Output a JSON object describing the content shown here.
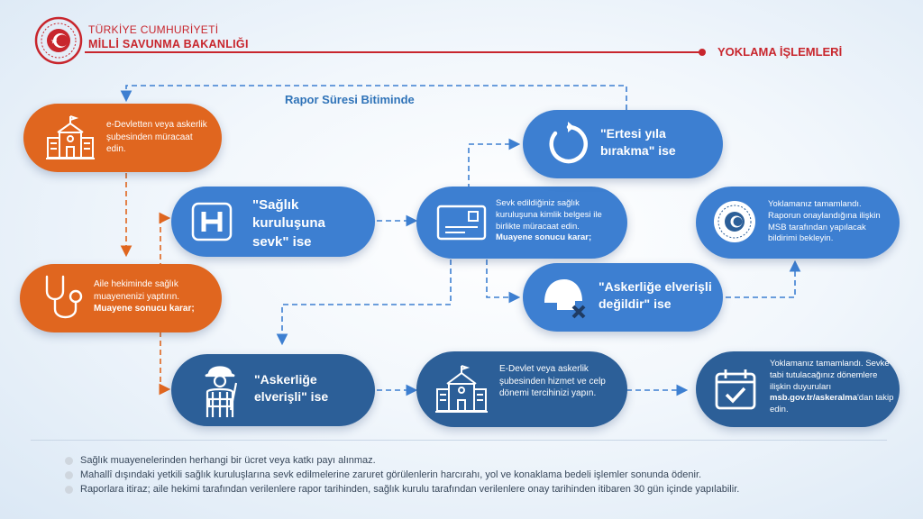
{
  "header": {
    "ministry_line1": "TÜRKİYE CUMHURİYETİ",
    "ministry_line2": "MİLLİ SAVUNMA BAKANLIĞI",
    "section_title": "YOKLAMA İŞLEMLERİ"
  },
  "flow_label": "Rapor Süresi Bitiminde",
  "boxes": {
    "edevlet": {
      "text": "e-Devletten veya askerlik şubesinden müracaat edin."
    },
    "aile": {
      "text": "Aile hekiminde sağlık muayenenizi yaptırın.",
      "strong": "Muayene sonucu karar;"
    },
    "saglik": {
      "text": "\"Sağlık kuruluşuna sevk\" ise"
    },
    "sevk": {
      "text": "Sevk edildiğiniz sağlık kuruluşuna kimlik belgesi ile birlikte müracaat edin.",
      "strong": "Muayene sonucu karar;"
    },
    "ertesi": {
      "text": "\"Ertesi yıla bırakma\" ise"
    },
    "degil": {
      "text": "\"Askerliğe elverişli değildir\" ise"
    },
    "elverisli": {
      "text": "\"Askerliğe elverişli\" ise"
    },
    "tercih": {
      "text": "E-Devlet veya askerlik şubesinden hizmet ve celp dönemi tercihinizi yapın."
    },
    "msb": {
      "text": "Yoklamanız tamamlandı. Raporun onaylandığına ilişkin MSB tarafından yapılacak bildirimi bekleyin."
    },
    "sevkduyuru": {
      "text1": "Yoklamanız tamamlandı. Sevke tabi tutulacağınız dönemlere ilişkin duyuruları",
      "link": "msb.gov.tr/askeralma",
      "text2": "'dan takip edin."
    }
  },
  "notes": [
    "Sağlık muayenelerinden herhangi bir ücret veya katkı payı alınmaz.",
    "Mahallî dışındaki yetkili sağlık kuruluşlarına sevk edilmelerine zaruret görülenlerin harcırahı, yol ve konaklama bedeli işlemler sonunda ödenir.",
    "Raporlara itiraz; aile hekimi tarafından verilenlere rapor tarihinden, sağlık kurulu tarafından verilenlere onay tarihinden itibaren 30 gün içinde yapılabilir."
  ],
  "colors": {
    "accent_red": "#c8262d",
    "orange": "#e0661f",
    "blue": "#3d7fd1",
    "navy": "#2c5f98"
  }
}
